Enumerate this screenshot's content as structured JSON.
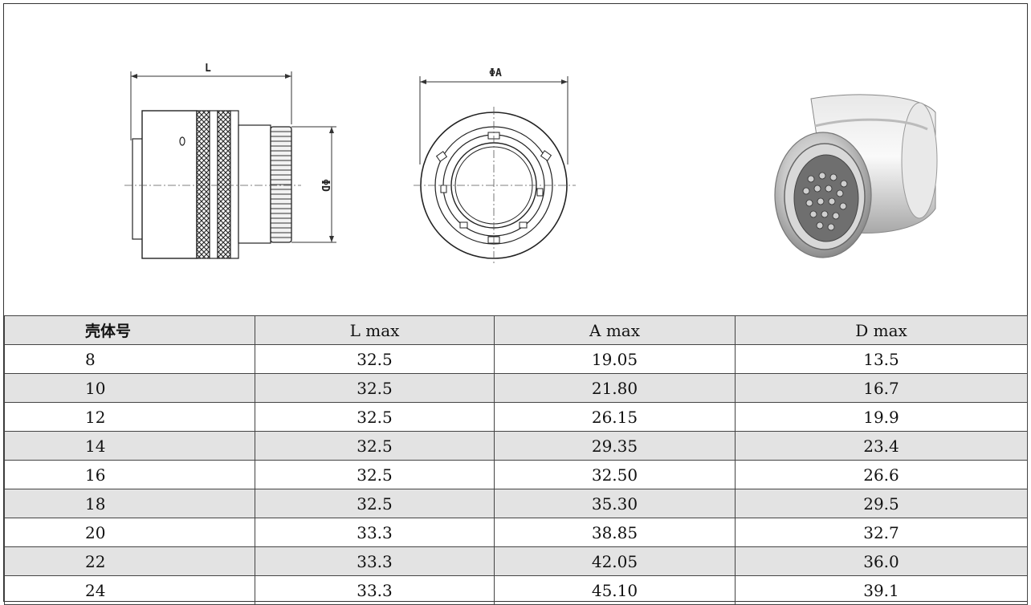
{
  "drawing": {
    "labels": {
      "length": "L",
      "diameter_a": "ΦA",
      "diameter_d": "ΦD"
    }
  },
  "table": {
    "headers": [
      "壳体号",
      "L max",
      "A max",
      "D max"
    ],
    "rows": [
      [
        "8",
        "32.5",
        "19.05",
        "13.5"
      ],
      [
        "10",
        "32.5",
        "21.80",
        "16.7"
      ],
      [
        "12",
        "32.5",
        "26.15",
        "19.9"
      ],
      [
        "14",
        "32.5",
        "29.35",
        "23.4"
      ],
      [
        "16",
        "32.5",
        "32.50",
        "26.6"
      ],
      [
        "18",
        "32.5",
        "35.30",
        "29.5"
      ],
      [
        "20",
        "33.3",
        "38.85",
        "32.7"
      ],
      [
        "22",
        "33.3",
        "42.05",
        "36.0"
      ],
      [
        "24",
        "33.3",
        "45.10",
        "39.1"
      ]
    ]
  },
  "colors": {
    "row_shade": "#e3e3e3",
    "line": "#333333"
  }
}
